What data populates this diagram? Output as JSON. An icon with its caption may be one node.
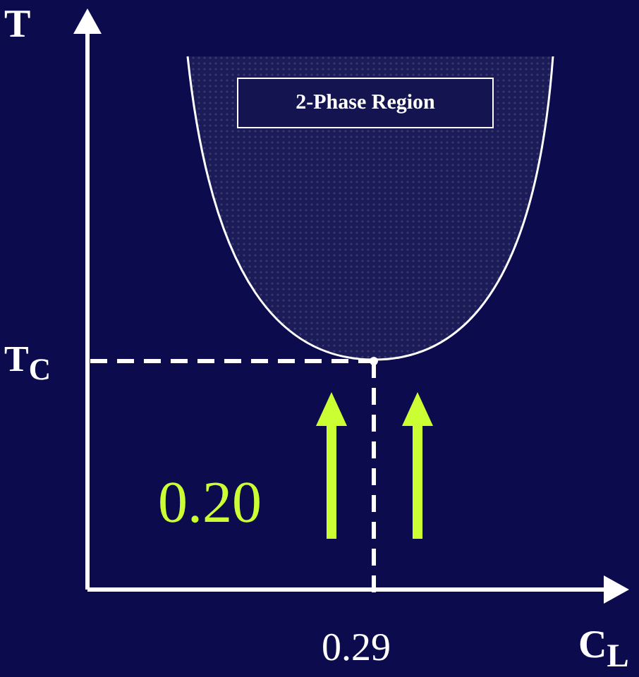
{
  "diagram": {
    "nodes": [
      {
        "text": [
          "2-Phase Region"
        ]
      }
    ],
    "labels": [
      "T",
      "T$_{C}$",
      "0.20",
      "0.29",
      "C$_{L}$"
    ]
  }
}
